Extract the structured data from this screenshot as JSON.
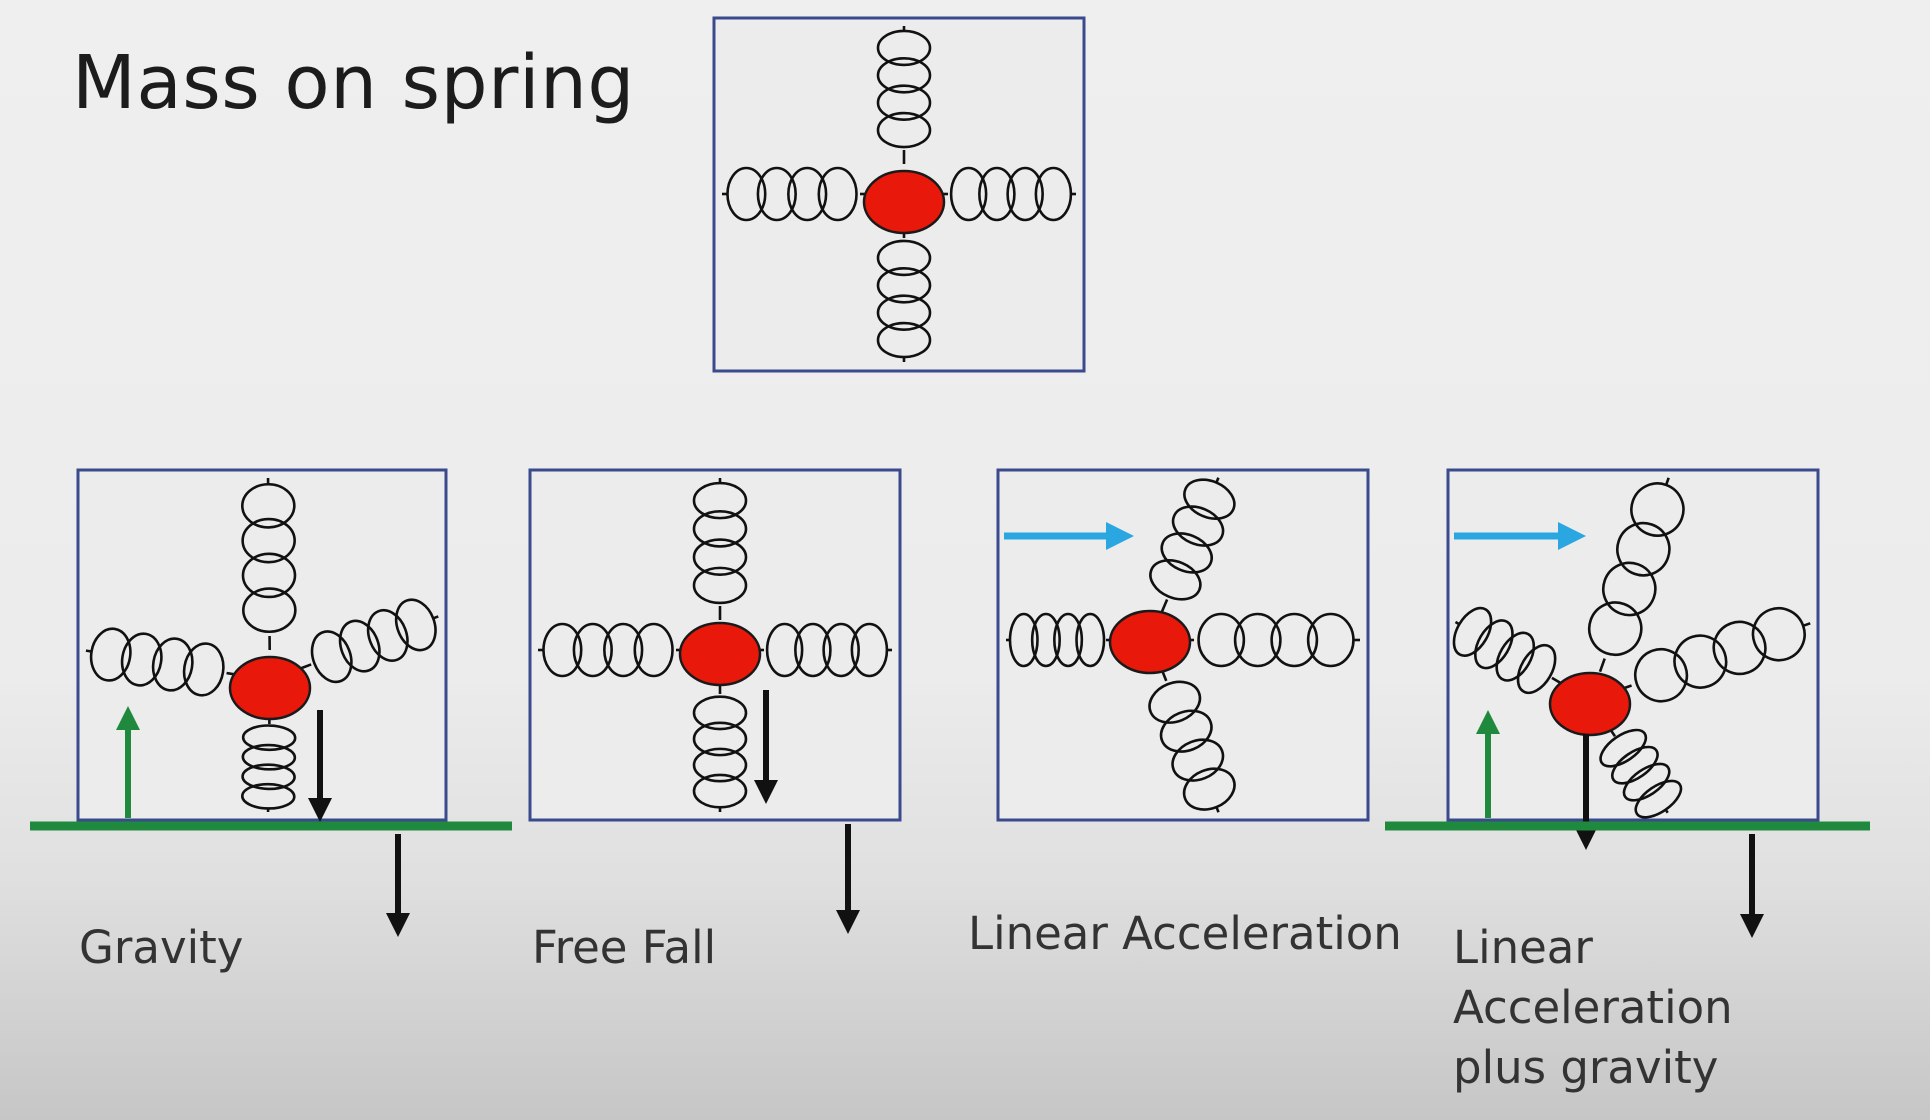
{
  "title": "Mass on spring",
  "panels": [
    {
      "id": "gravity",
      "caption": "Gravity"
    },
    {
      "id": "free-fall",
      "caption": "Free Fall"
    },
    {
      "id": "linear-acceleration",
      "caption": "Linear Acceleration"
    },
    {
      "id": "linear-acceleration-plus-gravity",
      "caption": "Linear Acceleration plus gravity"
    }
  ],
  "colors": {
    "mass": "#e8190b",
    "box_border": "#3a4a8c",
    "ground": "#1f8a3e",
    "support_force_arrow": "#1f8a3e",
    "acceleration_arrow": "#2aa6e0",
    "gravity_arrow": "#111111"
  },
  "icons": [
    "mass-ball",
    "spring-coil",
    "support-force-arrow",
    "acceleration-arrow",
    "gravity-arrow",
    "ground-line"
  ]
}
